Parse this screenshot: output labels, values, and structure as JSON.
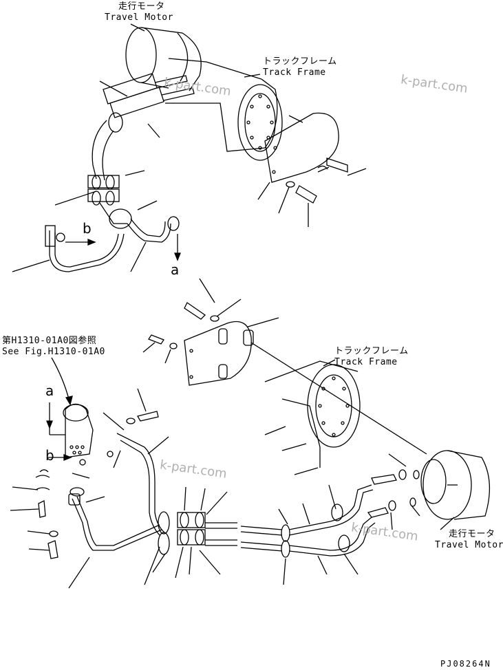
{
  "labels": {
    "travel_motor_top_jp": "走行モータ",
    "travel_motor_top_en": "Travel Motor",
    "track_frame_top_jp": "トラックフレーム",
    "track_frame_top_en": "Track Frame",
    "see_fig_jp": "第H1310-01A0図参照",
    "see_fig_en": "See Fig.H1310-01A0",
    "track_frame_bottom_jp": "トラックフレーム",
    "track_frame_bottom_en": "Track Frame",
    "travel_motor_bottom_jp": "走行モータ",
    "travel_motor_bottom_en": "Travel Motor"
  },
  "callouts": {
    "a_top": "a",
    "b_top": "b",
    "a_bottom": "a",
    "b_bottom": "b"
  },
  "watermarks": [
    "k-part.com",
    "k-part.com",
    "k-part.com",
    "k-part.com"
  ],
  "figure_code": "PJ08264N"
}
